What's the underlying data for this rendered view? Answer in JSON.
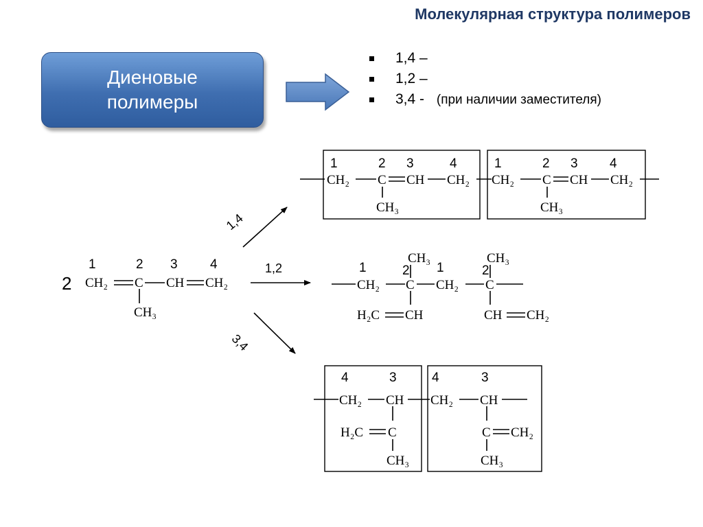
{
  "title": "Молекулярная структура полимеров",
  "dienes_box": {
    "line1": "Диеновые",
    "line2": "полимеры"
  },
  "types": [
    {
      "label": "1,4 –",
      "note": ""
    },
    {
      "label": "1,2 –",
      "note": ""
    },
    {
      "label": "3,4 -",
      "note": "(при наличии  заместителя)"
    }
  ],
  "scheme": {
    "monomer": {
      "coefficient": "2",
      "numbers": [
        "1",
        "2",
        "3",
        "4"
      ],
      "chain": [
        "CH₂",
        "C",
        "CH",
        "CH₂"
      ],
      "substituent": "CH₃"
    },
    "arrows": [
      "1,4",
      "1,2",
      "3,4"
    ],
    "p14": {
      "numbers": [
        "1",
        "2",
        "3",
        "4"
      ],
      "chain": [
        "CH₂",
        "C",
        "CH",
        "CH₂"
      ],
      "substituent": "CH₃"
    },
    "p12": {
      "numbers": [
        "1",
        "2",
        "1",
        "2"
      ],
      "chain": [
        "CH₂",
        "C",
        "CH₂",
        "C"
      ],
      "top_groups": [
        "CH₃",
        "CH₃"
      ],
      "vinyl_left": [
        "H₂C",
        "CH"
      ],
      "vinyl_right": [
        "CH",
        "CH₂"
      ]
    },
    "p34": {
      "numbers": [
        "4",
        "3"
      ],
      "chain": [
        "CH₂",
        "CH"
      ],
      "side_left": [
        "H₂C",
        "C"
      ],
      "side_right": [
        "C",
        "CH₂"
      ],
      "substituent": "CH₃"
    }
  }
}
